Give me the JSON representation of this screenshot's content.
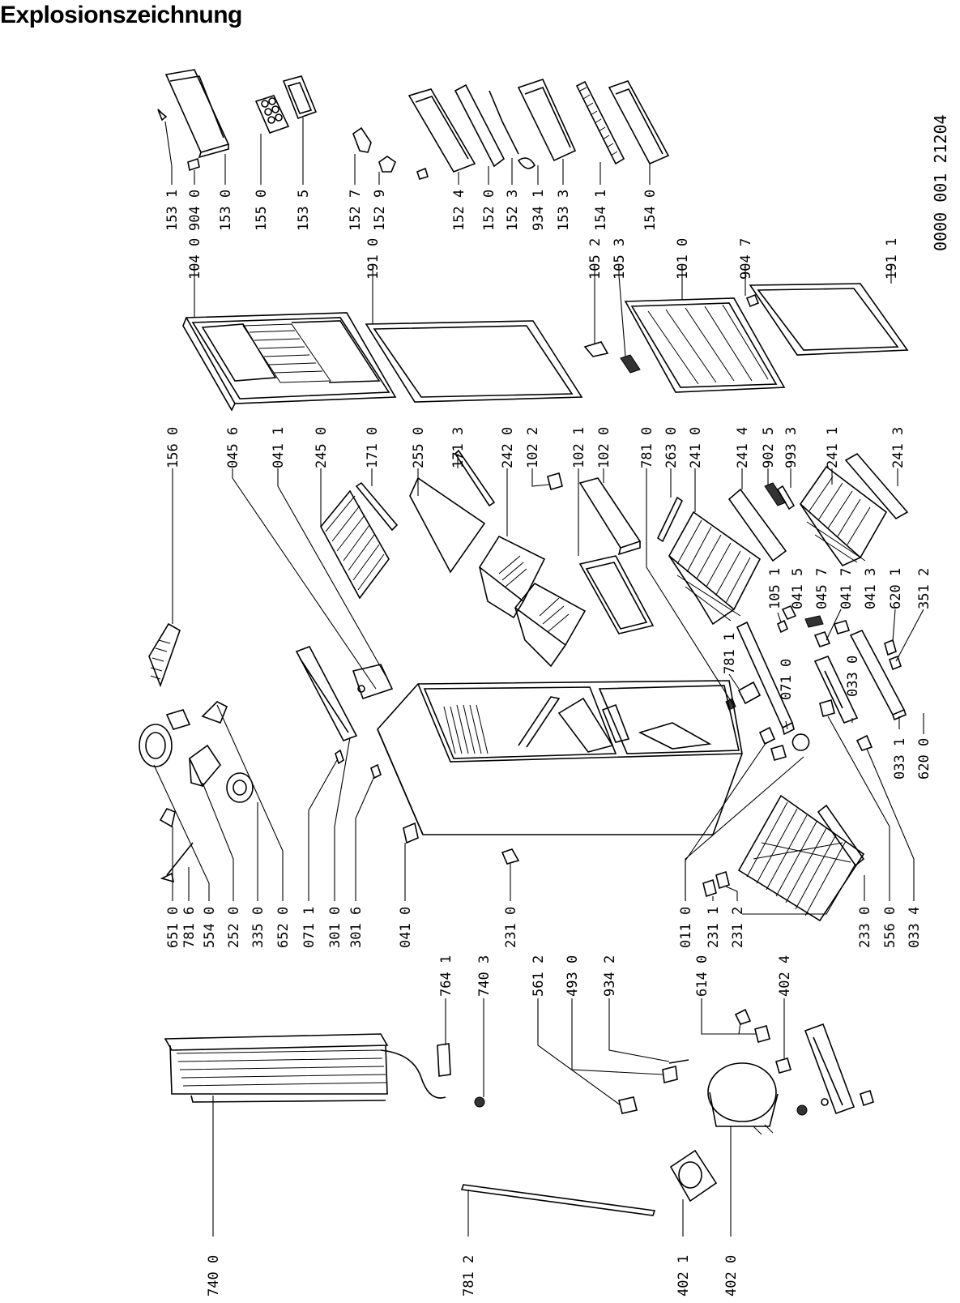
{
  "title": "Explosionszeichnung",
  "drawing_number": "0000 001 21204",
  "labels": [
    {
      "id": "p1531",
      "text": "153 1"
    },
    {
      "id": "p9040",
      "text": "904 0"
    },
    {
      "id": "p1530",
      "text": "153 0"
    },
    {
      "id": "p1550",
      "text": "155 0"
    },
    {
      "id": "p1535",
      "text": "153 5"
    },
    {
      "id": "p1527",
      "text": "152 7"
    },
    {
      "id": "p1529",
      "text": "152 9"
    },
    {
      "id": "p1524",
      "text": "152 4"
    },
    {
      "id": "p1520",
      "text": "152 0"
    },
    {
      "id": "p1523",
      "text": "152 3"
    },
    {
      "id": "p9341",
      "text": "934 1"
    },
    {
      "id": "p1533",
      "text": "153 3"
    },
    {
      "id": "p1541",
      "text": "154 1"
    },
    {
      "id": "p1540",
      "text": "154 0"
    },
    {
      "id": "p1040",
      "text": "104 0"
    },
    {
      "id": "p1910",
      "text": "191 0"
    },
    {
      "id": "p1052",
      "text": "105 2"
    },
    {
      "id": "p1053",
      "text": "105 3"
    },
    {
      "id": "p1010",
      "text": "101 0"
    },
    {
      "id": "p9047",
      "text": "904 7"
    },
    {
      "id": "p1911",
      "text": "191 1"
    },
    {
      "id": "p1560",
      "text": "156 0"
    },
    {
      "id": "p0456",
      "text": "045 6"
    },
    {
      "id": "p0411",
      "text": "041 1"
    },
    {
      "id": "p2450",
      "text": "245 0"
    },
    {
      "id": "p1710",
      "text": "171 0"
    },
    {
      "id": "p2550",
      "text": "255 0"
    },
    {
      "id": "p1713",
      "text": "171 3"
    },
    {
      "id": "p2420",
      "text": "242 0"
    },
    {
      "id": "p1022",
      "text": "102 2"
    },
    {
      "id": "p1021",
      "text": "102 1"
    },
    {
      "id": "p1020",
      "text": "102 0"
    },
    {
      "id": "p7810",
      "text": "781 0"
    },
    {
      "id": "p2630",
      "text": "263 0"
    },
    {
      "id": "p2410",
      "text": "241 0"
    },
    {
      "id": "p2414",
      "text": "241 4"
    },
    {
      "id": "p9025",
      "text": "902 5"
    },
    {
      "id": "p9933",
      "text": "993 3"
    },
    {
      "id": "p2411",
      "text": "241 1"
    },
    {
      "id": "p2413",
      "text": "241 3"
    },
    {
      "id": "p1051",
      "text": "105 1"
    },
    {
      "id": "p0415",
      "text": "041 5"
    },
    {
      "id": "p0457",
      "text": "045 7"
    },
    {
      "id": "p0417",
      "text": "041 7"
    },
    {
      "id": "p0413",
      "text": "041 3"
    },
    {
      "id": "p6201",
      "text": "620 1"
    },
    {
      "id": "p3512",
      "text": "351 2"
    },
    {
      "id": "p7811",
      "text": "781 1"
    },
    {
      "id": "p0710",
      "text": "071 0"
    },
    {
      "id": "p0330",
      "text": "033 0"
    },
    {
      "id": "p0331",
      "text": "033 1"
    },
    {
      "id": "p6200",
      "text": "620 0"
    },
    {
      "id": "p6510",
      "text": "651 0"
    },
    {
      "id": "p7816",
      "text": "781 6"
    },
    {
      "id": "p5540",
      "text": "554 0"
    },
    {
      "id": "p2520",
      "text": "252 0"
    },
    {
      "id": "p3350",
      "text": "335 0"
    },
    {
      "id": "p6520",
      "text": "652 0"
    },
    {
      "id": "p0711",
      "text": "071 1"
    },
    {
      "id": "p3010",
      "text": "301 0"
    },
    {
      "id": "p3016",
      "text": "301 6"
    },
    {
      "id": "p0410",
      "text": "041 0"
    },
    {
      "id": "p2310",
      "text": "231 0"
    },
    {
      "id": "p0110",
      "text": "011 0"
    },
    {
      "id": "p2311",
      "text": "231 1"
    },
    {
      "id": "p2312",
      "text": "231 2"
    },
    {
      "id": "p2330",
      "text": "233 0"
    },
    {
      "id": "p5560",
      "text": "556 0"
    },
    {
      "id": "p0334",
      "text": "033 4"
    },
    {
      "id": "p7641",
      "text": "764 1"
    },
    {
      "id": "p7403",
      "text": "740 3"
    },
    {
      "id": "p5612",
      "text": "561 2"
    },
    {
      "id": "p4930",
      "text": "493 0"
    },
    {
      "id": "p9342",
      "text": "934 2"
    },
    {
      "id": "p6140",
      "text": "614 0"
    },
    {
      "id": "p4024",
      "text": "402 4"
    },
    {
      "id": "p7400",
      "text": "740 0"
    },
    {
      "id": "p7812",
      "text": "781 2"
    },
    {
      "id": "p4021",
      "text": "402 1"
    },
    {
      "id": "p4020",
      "text": "402 0"
    }
  ]
}
